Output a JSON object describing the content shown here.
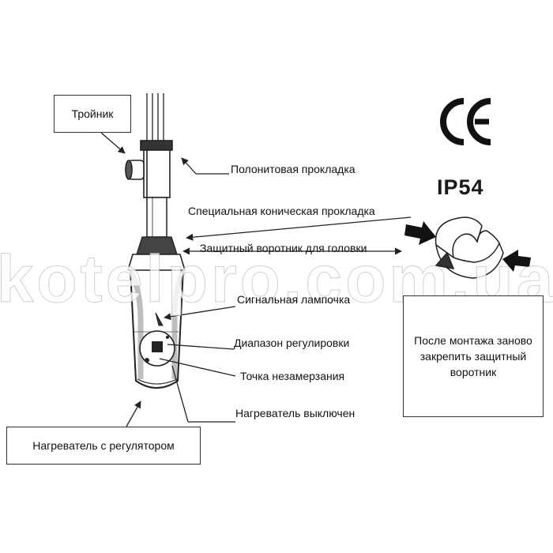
{
  "labels": {
    "troinik": "Тройник",
    "polonit": "Полонитовая прокладка",
    "conic": "Специальная коническая прокладка",
    "collar": "Защитный воротник для головки",
    "lamp": "Сигнальная лампочка",
    "range": "Диапазон регулировки",
    "antifreeze": "Точка незамерзания",
    "off": "Нагреватель выключен",
    "heater": "Нагреватель с регулятором",
    "note": "После монтажа заново закрепить защитный воротник",
    "ce": "CE",
    "ip": "IP54"
  },
  "watermark": "kotelpro.com.ua",
  "colors": {
    "line": "#222222",
    "body": "#ffffff",
    "shade": "#9a9a9a"
  }
}
